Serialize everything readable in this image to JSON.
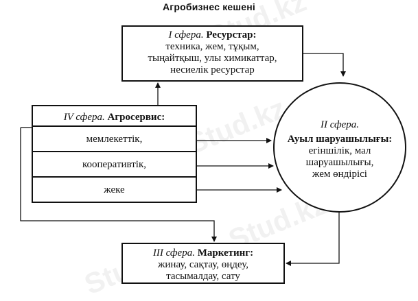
{
  "title": "Агробизнес кешені",
  "sphere1": {
    "label": "I сфера.",
    "heading": "Ресурстар:",
    "lines": [
      "техника, жем, тұқым,",
      "тыңайтқыш, улы химикаттар,",
      "несиелік ресурстар"
    ]
  },
  "sphere2": {
    "label": "II сфера.",
    "heading": "Ауыл шаруашылығы:",
    "lines": [
      "егіншілік, мал",
      "шаруашылығы,",
      "жем өндірісі"
    ]
  },
  "sphere3": {
    "label": "III сфера.",
    "heading": "Маркетинг:",
    "lines": [
      "жинау, сақтау, өңдеу,",
      "тасымалдау, сату"
    ]
  },
  "sphere4": {
    "label": "IV сфера.",
    "heading": "Агросервис:",
    "rows": [
      "мемлекеттік,",
      "кооперативтік,",
      "жеке"
    ]
  },
  "watermark": "Stud.kz",
  "colors": {
    "ink": "#111111",
    "background": "#ffffff"
  }
}
